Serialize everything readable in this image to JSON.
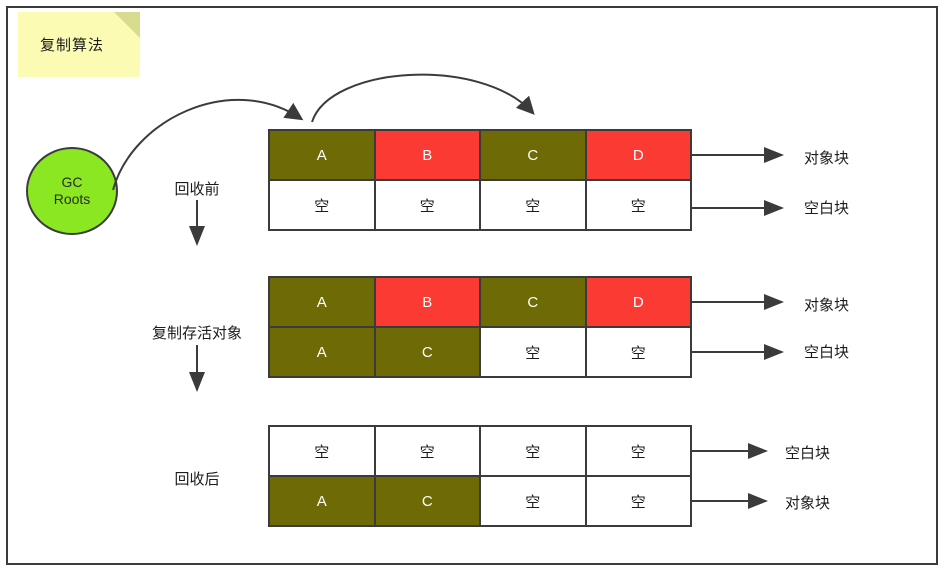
{
  "diagram": {
    "title_note": "复制算法",
    "root_node": {
      "line1": "GC",
      "line2": "Roots"
    },
    "flow_labels": [
      {
        "text": "回收前"
      },
      {
        "text": "复制存活对象"
      },
      {
        "text": "回收后"
      }
    ],
    "groups": [
      {
        "id": "before-collection",
        "rows": [
          {
            "legend": "对象块",
            "cells": [
              {
                "label": "A",
                "state": "obj"
              },
              {
                "label": "B",
                "state": "dead"
              },
              {
                "label": "C",
                "state": "obj"
              },
              {
                "label": "D",
                "state": "dead"
              }
            ]
          },
          {
            "legend": "空白块",
            "cells": [
              {
                "label": "空",
                "state": "empty"
              },
              {
                "label": "空",
                "state": "empty"
              },
              {
                "label": "空",
                "state": "empty"
              },
              {
                "label": "空",
                "state": "empty"
              }
            ]
          }
        ]
      },
      {
        "id": "copying-live-objects",
        "rows": [
          {
            "legend": "对象块",
            "cells": [
              {
                "label": "A",
                "state": "obj"
              },
              {
                "label": "B",
                "state": "dead"
              },
              {
                "label": "C",
                "state": "obj"
              },
              {
                "label": "D",
                "state": "dead"
              }
            ]
          },
          {
            "legend": "空白块",
            "cells": [
              {
                "label": "A",
                "state": "obj"
              },
              {
                "label": "C",
                "state": "obj"
              },
              {
                "label": "空",
                "state": "empty"
              },
              {
                "label": "空",
                "state": "empty"
              }
            ]
          }
        ]
      },
      {
        "id": "after-collection",
        "rows": [
          {
            "legend": "空白块",
            "cells": [
              {
                "label": "空",
                "state": "empty"
              },
              {
                "label": "空",
                "state": "empty"
              },
              {
                "label": "空",
                "state": "empty"
              },
              {
                "label": "空",
                "state": "empty"
              }
            ]
          },
          {
            "legend": "对象块",
            "cells": [
              {
                "label": "A",
                "state": "obj"
              },
              {
                "label": "C",
                "state": "obj"
              },
              {
                "label": "空",
                "state": "empty"
              },
              {
                "label": "空",
                "state": "empty"
              }
            ]
          }
        ]
      }
    ],
    "colors": {
      "object_block": "#6e6b06",
      "dead_object": "#fa3a33",
      "empty_block": "#ffffff",
      "gc_roots": "#8ae722",
      "note": "#fbfbb4",
      "note_fold": "#d8dc8e",
      "stroke": "#3b3b3b"
    }
  }
}
